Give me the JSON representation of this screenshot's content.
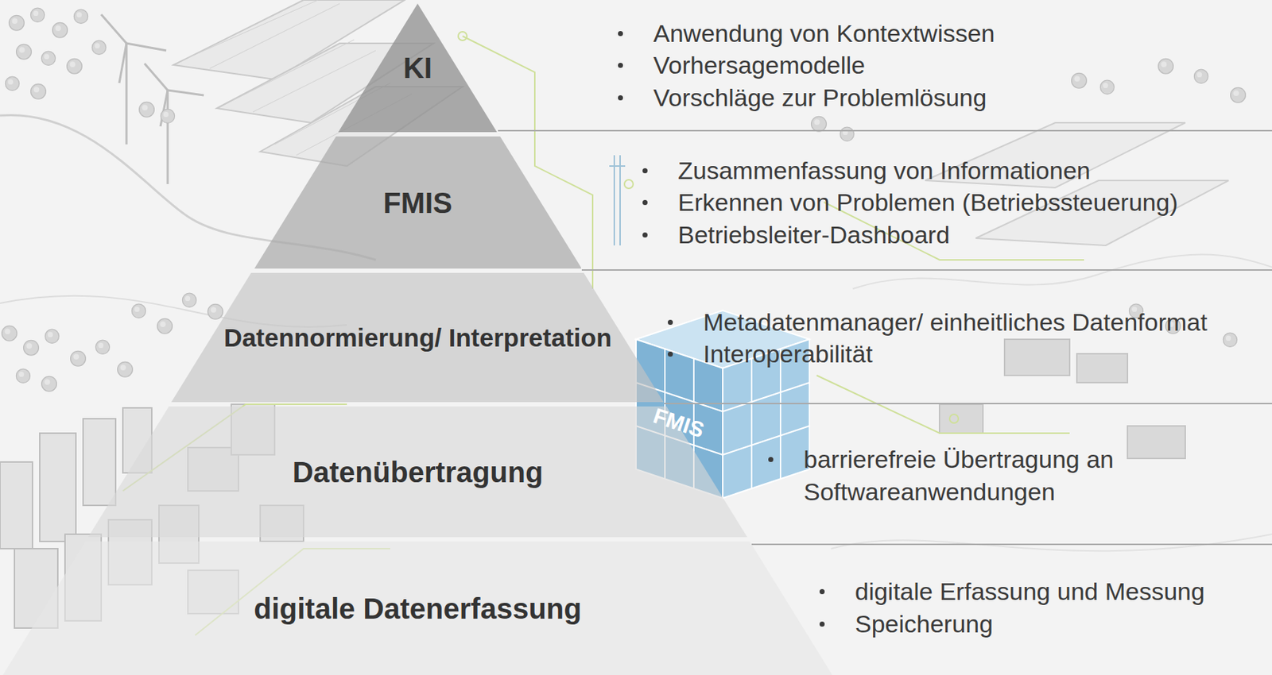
{
  "diagram": {
    "nodes": [
      {
        "text": [
          "KI"
        ]
      },
      {
        "text": [
          "FMIS"
        ]
      },
      {
        "text": [
          "Datennormierung/ Interpretation"
        ]
      },
      {
        "text": [
          "Datenübertragung"
        ]
      },
      {
        "text": [
          "digitale Datenerfassung"
        ]
      }
    ],
    "labels": [
      "Anwendung von Kontextwissen",
      "Vorhersagemodelle",
      "Vorschläge zur Problemlösung",
      "Zusammenfassung von Informationen",
      "Erkennen von Problemen (Betriebssteuerung)",
      "Betriebsleiter-Dashboard",
      "Metadatenmanager/ einheitliches Datenformat",
      "Interoperabilität",
      "barrierefreie Übertragung an Softwareanwendungen",
      "digitale Erfassung und Messung",
      "Speicherung",
      "FMIS"
    ]
  }
}
